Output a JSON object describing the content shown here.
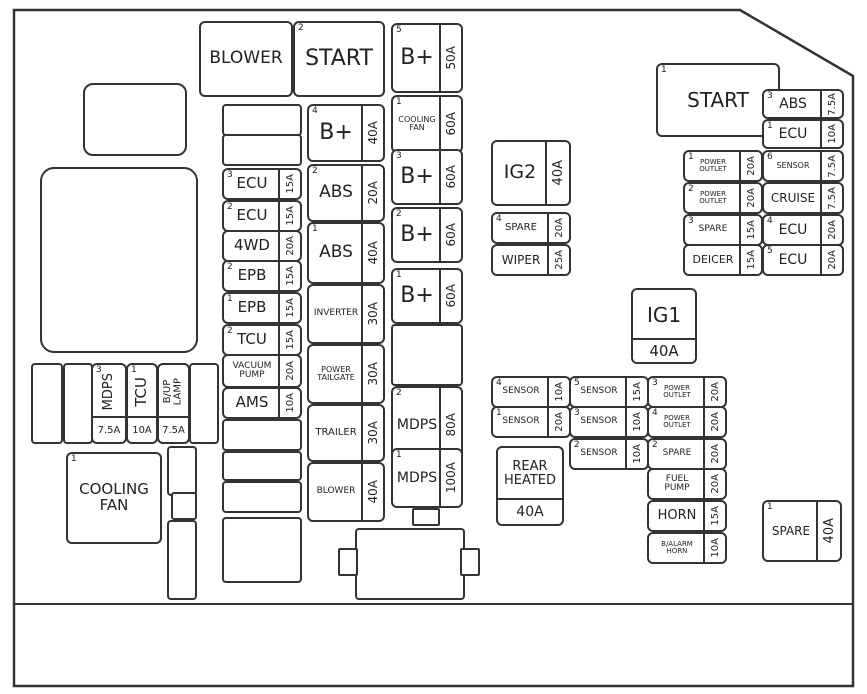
{
  "boxes": [
    {
      "label": "BLOWER"
    },
    {
      "num": "2",
      "label": "START"
    },
    {
      "num": "5",
      "label": "B+",
      "rating": "50A"
    },
    {
      "num": "4",
      "label": "B+",
      "rating": "40A"
    },
    {
      "num": "1",
      "label": "COOLING\nFAN",
      "rating": "60A"
    },
    {
      "num": "3",
      "label": "B+",
      "rating": "60A"
    },
    {
      "num": "2",
      "label": "B+",
      "rating": "60A"
    },
    {
      "num": "1",
      "label": "B+",
      "rating": "60A"
    },
    {
      "num": "2",
      "label": "ABS",
      "rating": "20A"
    },
    {
      "num": "1",
      "label": "ABS",
      "rating": "40A"
    },
    {
      "label": "INVERTER",
      "rating": "30A"
    },
    {
      "label": "POWER\nTAILGATE",
      "rating": "30A"
    },
    {
      "label": "TRAILER",
      "rating": "30A"
    },
    {
      "label": "BLOWER",
      "rating": "40A"
    },
    {
      "num": "2",
      "label": "MDPS",
      "rating": "80A"
    },
    {
      "num": "1",
      "label": "MDPS",
      "rating": "100A"
    },
    {
      "num": "3",
      "label": "ECU",
      "rating": "15A"
    },
    {
      "num": "2",
      "label": "ECU",
      "rating": "15A"
    },
    {
      "label": "4WD",
      "rating": "20A"
    },
    {
      "num": "2",
      "label": "EPB",
      "rating": "15A"
    },
    {
      "num": "1",
      "label": "EPB",
      "rating": "15A"
    },
    {
      "num": "2",
      "label": "TCU",
      "rating": "15A"
    },
    {
      "label": "VACUUM\nPUMP",
      "rating": "20A"
    },
    {
      "label": "AMS",
      "rating": "10A"
    },
    {
      "num": "3",
      "label": "MDPS",
      "rating": "7.5A"
    },
    {
      "num": "1",
      "label": "TCU",
      "rating": "10A"
    },
    {
      "label": "B/UP\nLAMP",
      "rating": "7.5A"
    },
    {
      "num": "1",
      "label": "COOLING\nFAN"
    },
    {
      "label": "IG2",
      "rating": "40A"
    },
    {
      "num": "4",
      "label": "SPARE",
      "rating": "20A"
    },
    {
      "label": "WIPER",
      "rating": "25A"
    },
    {
      "label": "IG1",
      "rating": "40A"
    },
    {
      "label": "REAR\nHEATED",
      "rating": "40A"
    },
    {
      "num": "4",
      "label": "SENSOR",
      "rating": "10A"
    },
    {
      "num": "1",
      "label": "SENSOR",
      "rating": "20A"
    },
    {
      "num": "5",
      "label": "SENSOR",
      "rating": "15A"
    },
    {
      "num": "3",
      "label": "SENSOR",
      "rating": "10A"
    },
    {
      "num": "2",
      "label": "SENSOR",
      "rating": "10A"
    },
    {
      "num": "3",
      "label": "POWER\nOUTLET",
      "rating": "20A"
    },
    {
      "num": "4",
      "label": "POWER\nOUTLET",
      "rating": "20A"
    },
    {
      "num": "2",
      "label": "SPARE",
      "rating": "20A"
    },
    {
      "label": "FUEL\nPUMP",
      "rating": "20A"
    },
    {
      "label": "HORN",
      "rating": "15A"
    },
    {
      "label": "B/ALARM\nHORN",
      "rating": "10A"
    },
    {
      "num": "1",
      "label": "START"
    },
    {
      "num": "3",
      "label": "ABS",
      "rating": "7.5A"
    },
    {
      "num": "1",
      "label": "ECU",
      "rating": "10A"
    },
    {
      "num": "1",
      "label": "POWER\nOUTLET",
      "rating": "20A"
    },
    {
      "num": "6",
      "label": "SENSOR",
      "rating": "7.5A"
    },
    {
      "num": "2",
      "label": "POWER\nOUTLET",
      "rating": "20A"
    },
    {
      "label": "CRUISE",
      "rating": "7.5A"
    },
    {
      "num": "3",
      "label": "SPARE",
      "rating": "15A"
    },
    {
      "num": "4",
      "label": "ECU",
      "rating": "20A"
    },
    {
      "label": "DEICER",
      "rating": "15A"
    },
    {
      "num": "5",
      "label": "ECU",
      "rating": "20A"
    },
    {
      "num": "1",
      "label": "SPARE",
      "rating": "40A"
    }
  ]
}
